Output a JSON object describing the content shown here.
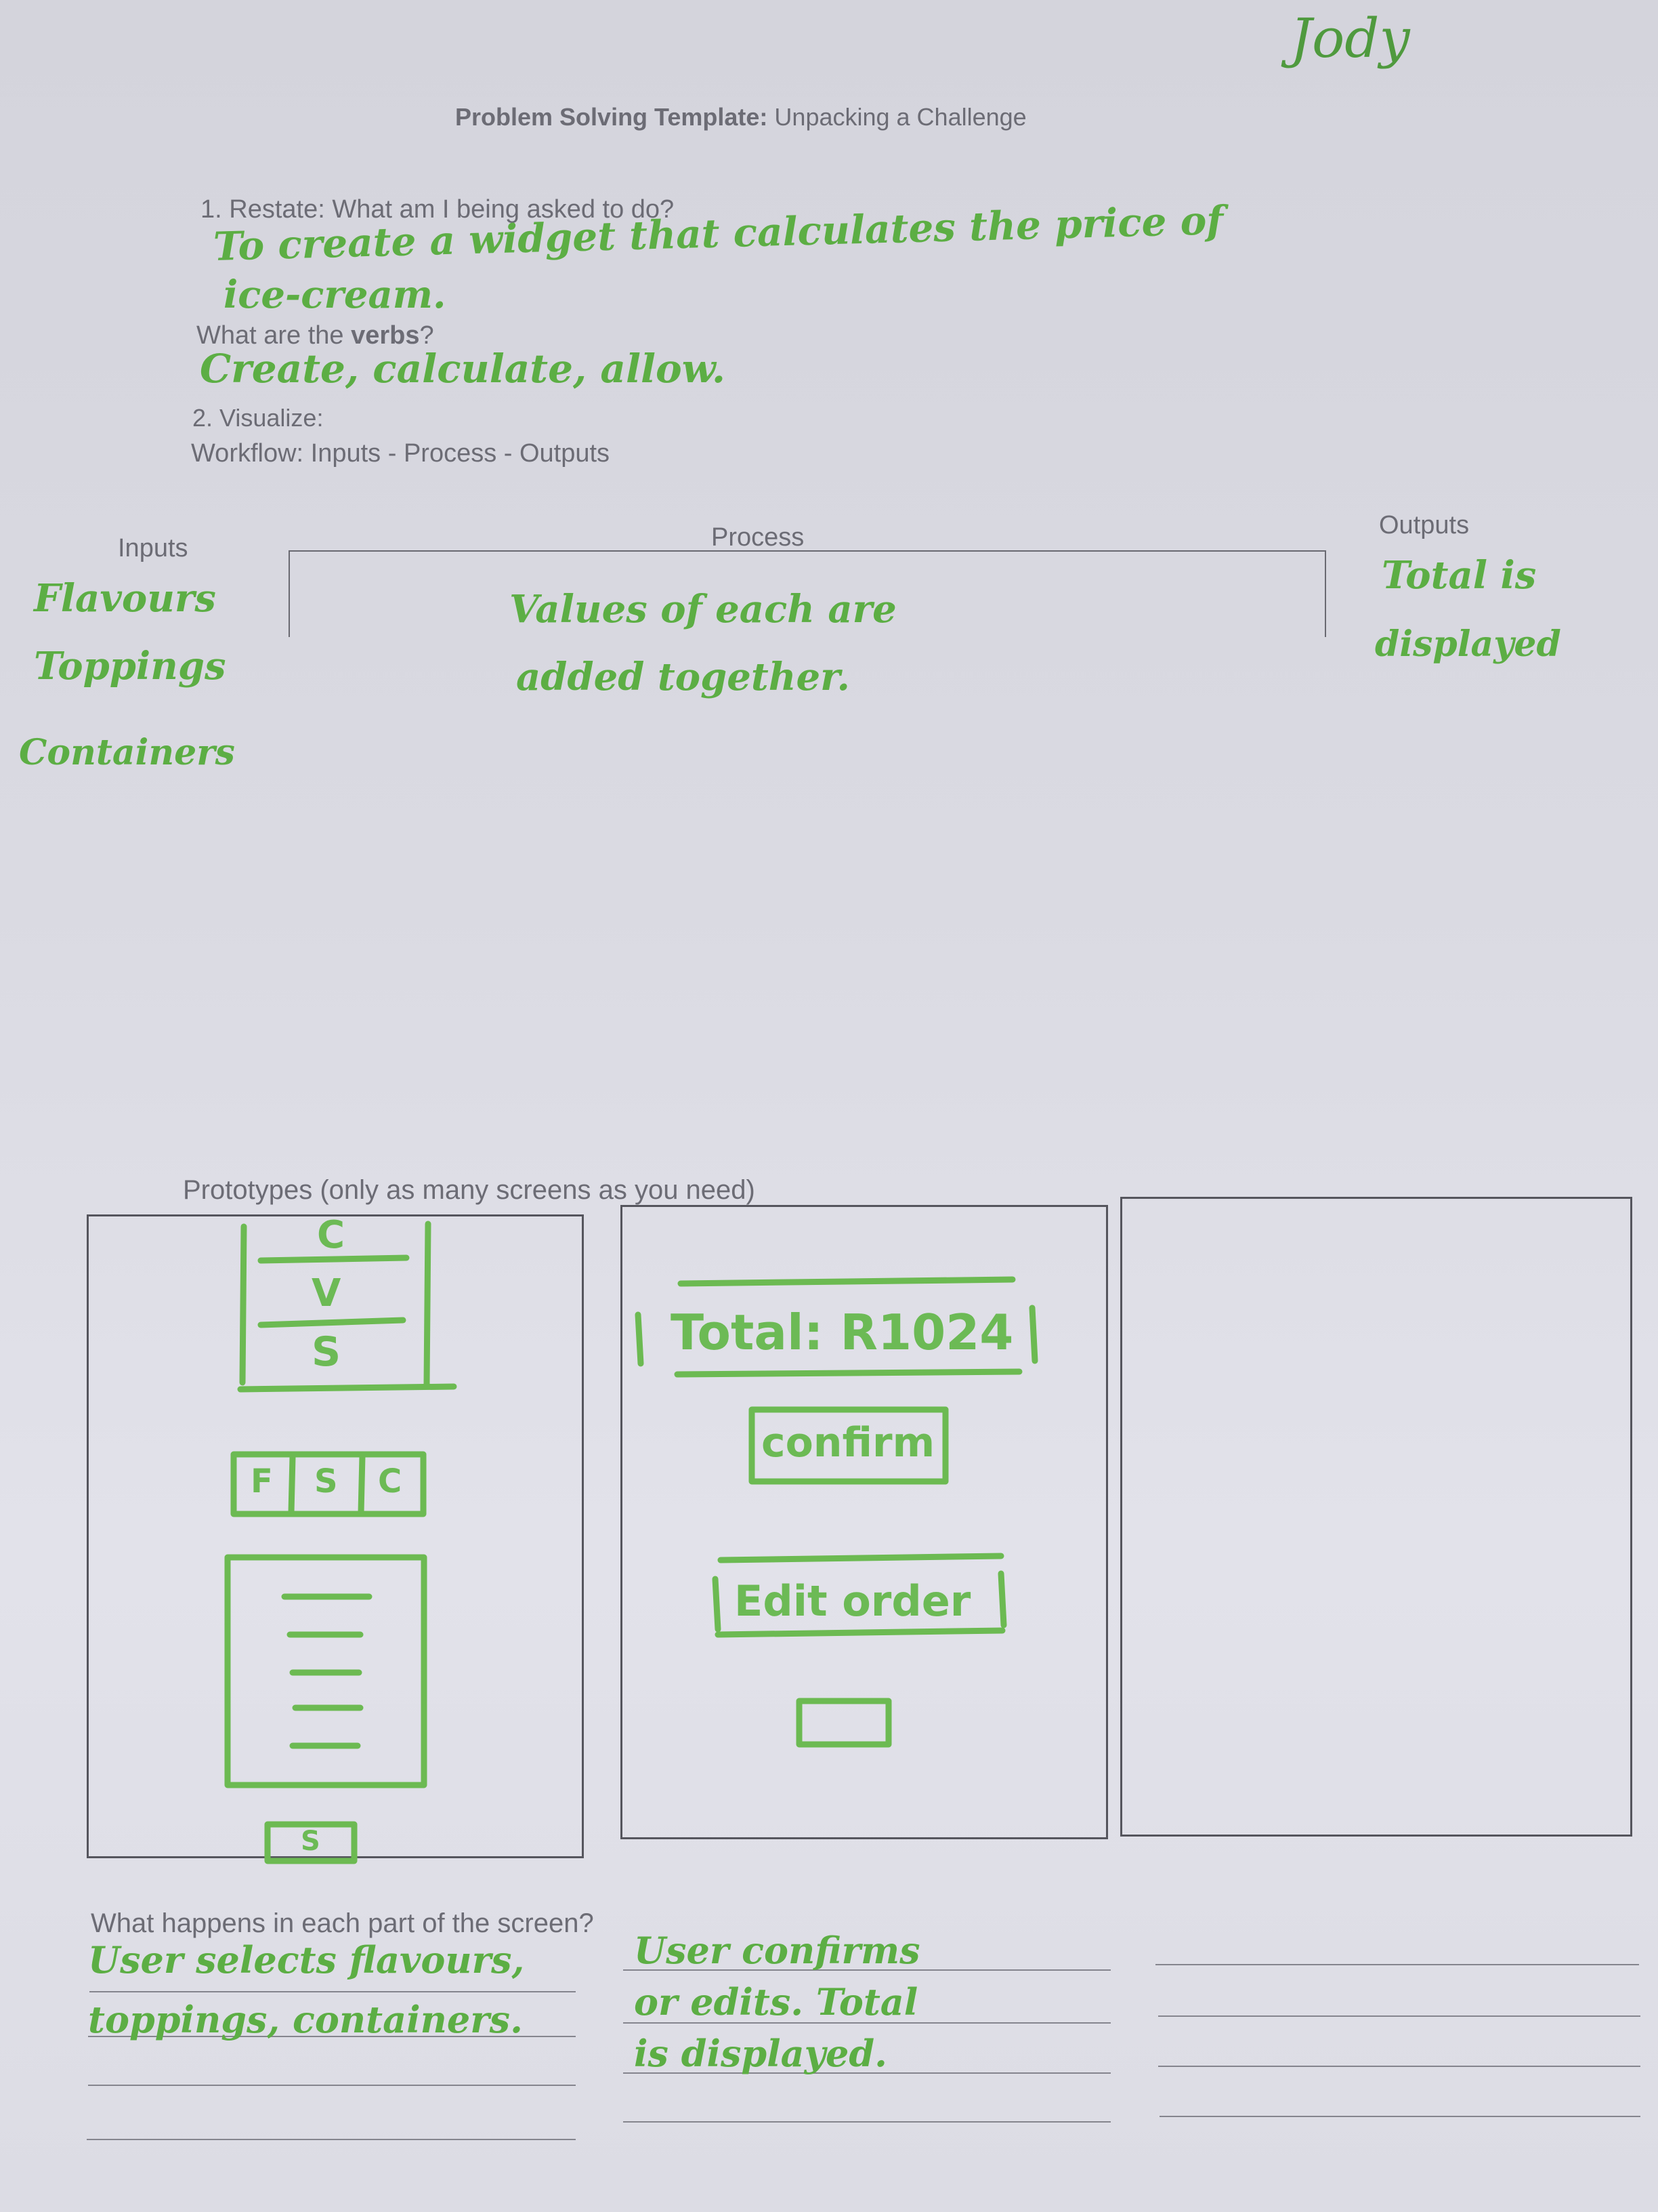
{
  "student_name": "Jody",
  "header": {
    "title_bold": "Problem Solving Template:",
    "title_rest": " Unpacking a Challenge"
  },
  "q1": {
    "prompt": "1. Restate: What am I being asked to do?",
    "answer_line1": "To create a widget that calculates the price of",
    "answer_line2": "ice-cream."
  },
  "verbs": {
    "prompt_before": "What are the ",
    "prompt_bold": "verbs",
    "prompt_after": "?",
    "answer": "Create, calculate, allow."
  },
  "q2": {
    "prompt": "2. Visualize:",
    "workflow": "Workflow: Inputs - Process - Outputs"
  },
  "workflow": {
    "inputs_label": "Inputs",
    "process_label": "Process",
    "outputs_label": "Outputs",
    "inputs": [
      "Flavours",
      "Toppings",
      "Containers"
    ],
    "process_line1": "Values of each are",
    "process_line2": "added together.",
    "outputs_line1": "Total is",
    "outputs_line2": "displayed"
  },
  "prototypes": {
    "label": "Prototypes (only as many screens as you need)",
    "screen1": {
      "menu_letters": [
        "C",
        "V",
        "S"
      ],
      "tab_letters": [
        "F",
        "S",
        "C"
      ],
      "bottom_button": "S"
    },
    "screen2": {
      "total": "Total: R1024",
      "confirm": "confirm",
      "edit": "Edit order"
    }
  },
  "screen_parts": {
    "prompt": "What happens in each part of the screen?",
    "col1_line1": "User selects flavours,",
    "col1_line2": "toppings, containers.",
    "col2_line1": "User confirms",
    "col2_line2": "or edits. Total",
    "col2_line3": "is displayed."
  }
}
